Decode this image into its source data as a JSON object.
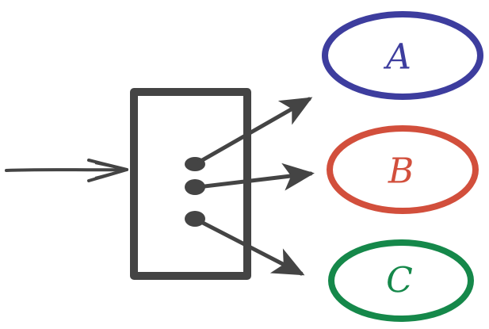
{
  "nodes": [
    {
      "id": "A",
      "label": "A",
      "color": "#3d3d9e"
    },
    {
      "id": "B",
      "label": "B",
      "color": "#d24f3c"
    },
    {
      "id": "C",
      "label": "C",
      "color": "#15884a"
    }
  ],
  "stroke_color": "#444444"
}
